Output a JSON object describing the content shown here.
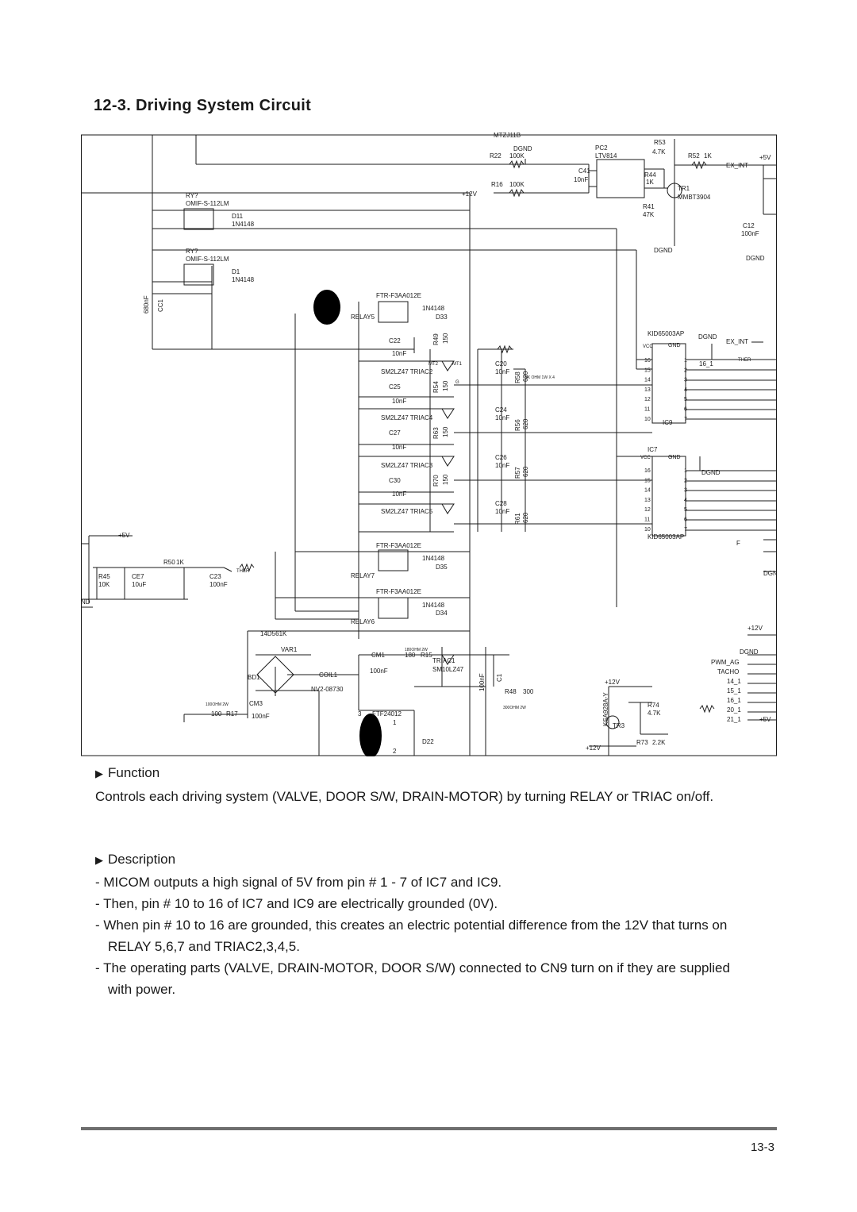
{
  "title": "12-3. Driving System Circuit",
  "schematic": {
    "relays": [
      {
        "ref": "RY?",
        "part": "OMIF-S-112LM",
        "diode_ref": "D11",
        "diode": "1N4148"
      },
      {
        "ref": "RY?",
        "part": "OMIF-S-112LM",
        "diode_ref": "D1",
        "diode": "1N4148"
      },
      {
        "ref": "RELAY5",
        "part": "FTR-F3AA012E",
        "diode_ref": "D33",
        "diode": "1N4148"
      },
      {
        "ref": "RELAY7",
        "part": "FTR-F3AA012E",
        "diode_ref": "D35",
        "diode": "1N4148"
      },
      {
        "ref": "RELAY6",
        "part": "FTR-F3AA012E",
        "diode_ref": "D34",
        "diode": "1N4148"
      }
    ],
    "triacs": [
      {
        "ref": "SM2LZ47 TRIAC2",
        "cap": "C22",
        "cap_val": "10nF",
        "r": "R49",
        "r_val": "150",
        "c2": "C20",
        "c2_val": "10nF",
        "r2": "R58",
        "r2_val": "620"
      },
      {
        "ref": "SM2LZ47 TRIAC4",
        "cap": "C25",
        "cap_val": "10nF",
        "r": "R54",
        "r_val": "150",
        "c2": "C24",
        "c2_val": "10nF",
        "r2": "R56",
        "r2_val": "620"
      },
      {
        "ref": "SM2LZ47 TRIAC3",
        "cap": "C27",
        "cap_val": "10nF",
        "r": "R63",
        "r_val": "150",
        "c2": "C26",
        "c2_val": "10nF",
        "r2": "R57",
        "r2_val": "620"
      },
      {
        "ref": "SM2LZ47 TRIAC5",
        "cap": "C30",
        "cap_val": "10nF",
        "r": "R70",
        "r_val": "150",
        "c2": "C28",
        "c2_val": "10nF",
        "r2": "R61",
        "r2_val": "620"
      }
    ],
    "ics": [
      {
        "ref": "IC9",
        "part": "KID65003AP",
        "left_pins": [
          "16",
          "15",
          "14",
          "13",
          "12",
          "11",
          "10"
        ],
        "right_pins": [
          "1",
          "2",
          "3",
          "4",
          "5",
          "6",
          "7"
        ]
      },
      {
        "ref": "IC7",
        "part": "KID65003AP",
        "left_pins": [
          "16",
          "15",
          "14",
          "13",
          "12",
          "11",
          "10"
        ],
        "right_pins": [
          "1",
          "2",
          "3",
          "4",
          "5",
          "6",
          "7"
        ]
      }
    ],
    "labels": {
      "mtz": "MTZJ11B",
      "dgnd": "DGND",
      "r22": "R22",
      "r22_val": "100K",
      "r16": "R16",
      "r16_val": "100K",
      "c41": "C41",
      "c41_val": "10nF",
      "pc2": "PC2",
      "pc2_part": "LTV814",
      "r53": "R53",
      "r53_val": "4.7K",
      "r52": "R52",
      "r52_val": "1K",
      "r44": "R44",
      "r44_val": "1K",
      "r41": "R41",
      "r41_val": "47K",
      "tr1": "TR1",
      "tr1_part": "MMBT3904",
      "ex_int": "EX_INT",
      "p5v": "+5V",
      "p12v": "+12V",
      "c12": "C12",
      "c12_val": "100nF",
      "c11": "CC1",
      "c11_val": "680nF",
      "ther": "THER",
      "res_note": "1K OHM 1W X 4",
      "ic9_r16": "16_1",
      "r50": "R50",
      "r50_val": "1K",
      "r45": "R45",
      "r45_val": "10K",
      "ce7": "CE7",
      "ce7_val": "10uF",
      "c23": "C23",
      "c23_val": "100nF",
      "nd": "ND",
      "dgn": "DGN",
      "varistor": "14D561K",
      "var1": "VAR1",
      "bd1": "BD1",
      "coil1": "COIL1",
      "coil_part": "NV2-08730",
      "cm1": "CM1",
      "cm1_val": "100nF",
      "cm3": "CM3",
      "cm3_val": "100nF",
      "r15": "R15",
      "r15_val": "180",
      "r15_rating": "180OHM 2W",
      "triac1": "TRIAC1",
      "triac1_part": "SM10LZ47",
      "c1": "C1",
      "c1_val": "100nF",
      "r48": "R48",
      "r48_val": "300",
      "r48_rating": "300OHM 2W",
      "r17": "R17",
      "r17_val": "100",
      "r17_rating": "100OHM 2W",
      "relay_ftf": "FTF24012",
      "d22": "D22",
      "tr3": "TR3",
      "tr3_part": "KSA928A-Y",
      "r74": "R74",
      "r74_val": "4.7K",
      "r73": "R73",
      "r73_val": "2.2K",
      "mt1": "MT1",
      "mt2": "MT2",
      "g": "G",
      "vcc": "VCC",
      "gnd": "GND",
      "f": "F",
      "pwm_ag": "PWM_AG",
      "tacho": "TACHO",
      "cn14": "14_1",
      "cn15": "15_1",
      "cn16": "16_1",
      "cn20": "20_1",
      "cn21": "21_1",
      "num3": "3",
      "num1": "1",
      "num2": "2"
    }
  },
  "function_heading": "Function",
  "function_text": "Controls each driving system (VALVE, DOOR S/W, DRAIN-MOTOR) by turning RELAY or TRIAC on/off.",
  "description_heading": "Description",
  "description_items": [
    "- MICOM outputs a high signal of 5V from pin # 1 - 7 of IC7 and IC9.",
    "- Then, pin # 10 to 16 of IC7 and IC9 are electrically grounded (0V).",
    "- When pin # 10 to 16 are grounded, this creates an electric potential difference from the 12V that turns on RELAY 5,6,7 and TRIAC2,3,4,5.",
    "- The operating parts (VALVE, DRAIN-MOTOR, DOOR S/W) connected to CN9 turn on if they are supplied with power."
  ],
  "page_number": "13-3",
  "colors": {
    "ink": "#1a1a1a",
    "rule": "#6e6e6e",
    "blot": "#000000"
  }
}
